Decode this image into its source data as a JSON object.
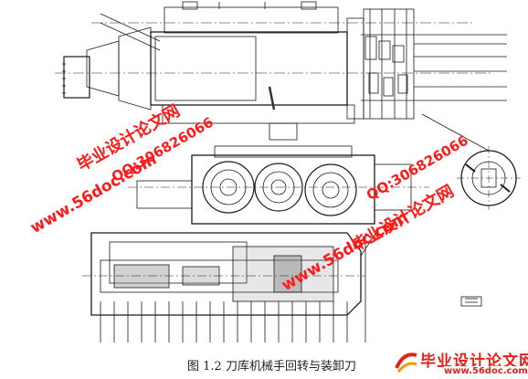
{
  "figure": {
    "caption": "图 1.2 刀库机械手回转与装卸刀"
  },
  "watermarks": [
    {
      "text": "毕业设计论文网"
    },
    {
      "text": "www.56doc.com"
    },
    {
      "text": "QQ:306826066"
    },
    {
      "text": "毕业设计论文网"
    },
    {
      "text": "www.56doc.com"
    },
    {
      "text": "QQ:306826066"
    }
  ],
  "logo": {
    "name": "毕业设计论文网",
    "url": "www.56doc.com"
  },
  "colors": {
    "watermark": "#ff1a1a",
    "logo": "#e2231a",
    "line": "#1a1a1a"
  }
}
